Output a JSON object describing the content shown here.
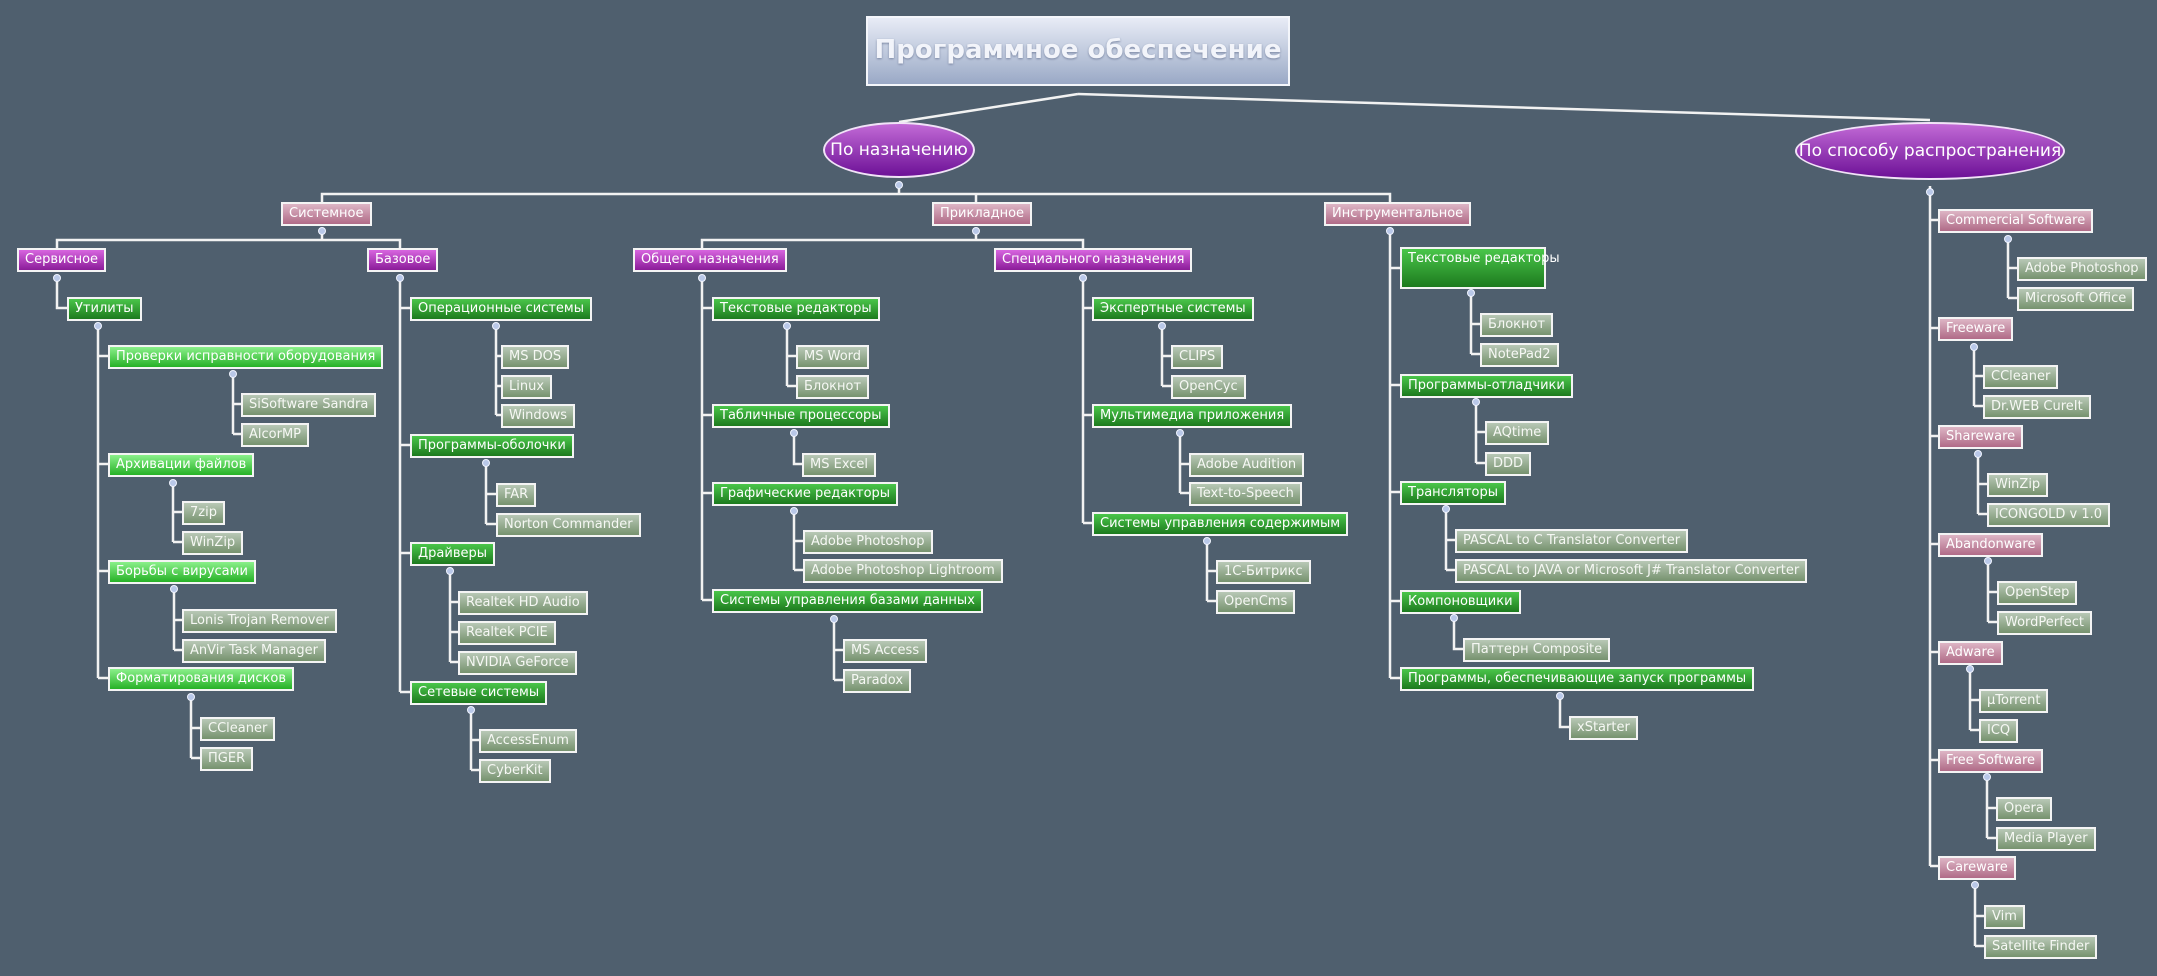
{
  "title": "Программное обеспечение",
  "colors": {
    "background": "#4f5f6e",
    "line": "#f2f2f2"
  },
  "branch_purpose": {
    "label": "По назначению",
    "system": {
      "label": "Системное",
      "service": {
        "label": "Сервисное",
        "utilities": "Утилиты",
        "hw_check": "Проверки исправности оборудования",
        "hw_check_items": [
          "SiSoftware Sandra",
          "AlcorMP"
        ],
        "archive": "Архивации файлов",
        "archive_items": [
          "7zip",
          "WinZip"
        ],
        "antivirus": "Борьбы с вирусами",
        "antivirus_items": [
          "Lonis Trojan Remover",
          "AnVir Task Manager"
        ],
        "format": "Форматирования дисков",
        "format_items": [
          "CCleaner",
          "ПGER"
        ]
      },
      "base": {
        "label": "Базовое",
        "os": "Операционные системы",
        "os_items": [
          "MS DOS",
          "Linux",
          "Windows"
        ],
        "shells": "Программы-оболочки",
        "shells_items": [
          "FAR",
          "Norton Commander"
        ],
        "drivers": "Драйверы",
        "drivers_items": [
          "Realtek HD Audio",
          "Realtek PCIE",
          "NVIDIA GeForce"
        ],
        "net": "Сетевые системы",
        "net_items": [
          "AccessEnum",
          "CyberKit"
        ]
      }
    },
    "applied": {
      "label": "Прикладное",
      "general": {
        "label": "Общего назначения",
        "text": "Текстовые редакторы",
        "text_items": [
          "MS Word",
          "Блокнот"
        ],
        "sheets": "Табличные процессоры",
        "sheets_items": [
          "MS Excel"
        ],
        "graphics": "Графические редакторы",
        "graphics_items": [
          "Adobe Photoshop",
          "Adobe Photoshop Lightroom"
        ],
        "dbms": "Системы управления базами данных",
        "dbms_items": [
          "MS Access",
          "Paradox"
        ]
      },
      "special": {
        "label": "Специального назначения",
        "expert": "Экспертные системы",
        "expert_items": [
          "CLIPS",
          "OpenCyc"
        ],
        "media": "Мультимедиа приложения",
        "media_items": [
          "Adobe Audition",
          "Text-to-Speech"
        ],
        "cms": "Системы управления содержимым",
        "cms_items": [
          "1С-Битрикс",
          "OpenCms"
        ]
      }
    },
    "tools": {
      "label": "Инструментальное",
      "text": "Текстовые редакторы",
      "text_items": [
        "Блокнот",
        "NotePad2"
      ],
      "debug": "Программы-отладчики",
      "debug_items": [
        "AQtime",
        "DDD"
      ],
      "trans": "Трансляторы",
      "trans_items": [
        "PASCAL to C Translator Converter",
        "PASCAL to JAVA or Microsoft J# Translator Converter"
      ],
      "linkers": "Компоновщики",
      "linkers_items": [
        "Паттерн Composite"
      ],
      "launch": "Программы, обеспечивающие запуск программы",
      "launch_items": [
        "xStarter"
      ]
    }
  },
  "branch_dist": {
    "label": "По способу распространения",
    "commercial": "Commercial Software",
    "commercial_items": [
      "Adobe Photoshop",
      "Microsoft Office"
    ],
    "freeware": "Freeware",
    "freeware_items": [
      "CCleaner",
      "Dr.WEB CureIt"
    ],
    "shareware": "Shareware",
    "shareware_items": [
      "WinZip",
      "ICONGOLD v 1.0"
    ],
    "abandonware": "Abandonware",
    "abandonware_items": [
      "OpenStep",
      "WordPerfect"
    ],
    "adware": "Adware",
    "adware_items": [
      "μTorrent",
      "ICQ"
    ],
    "free": "Free Software",
    "free_items": [
      "Opera",
      "Media Player"
    ],
    "careware": "Careware",
    "careware_items": [
      "Vim",
      "Satellite Finder"
    ]
  }
}
